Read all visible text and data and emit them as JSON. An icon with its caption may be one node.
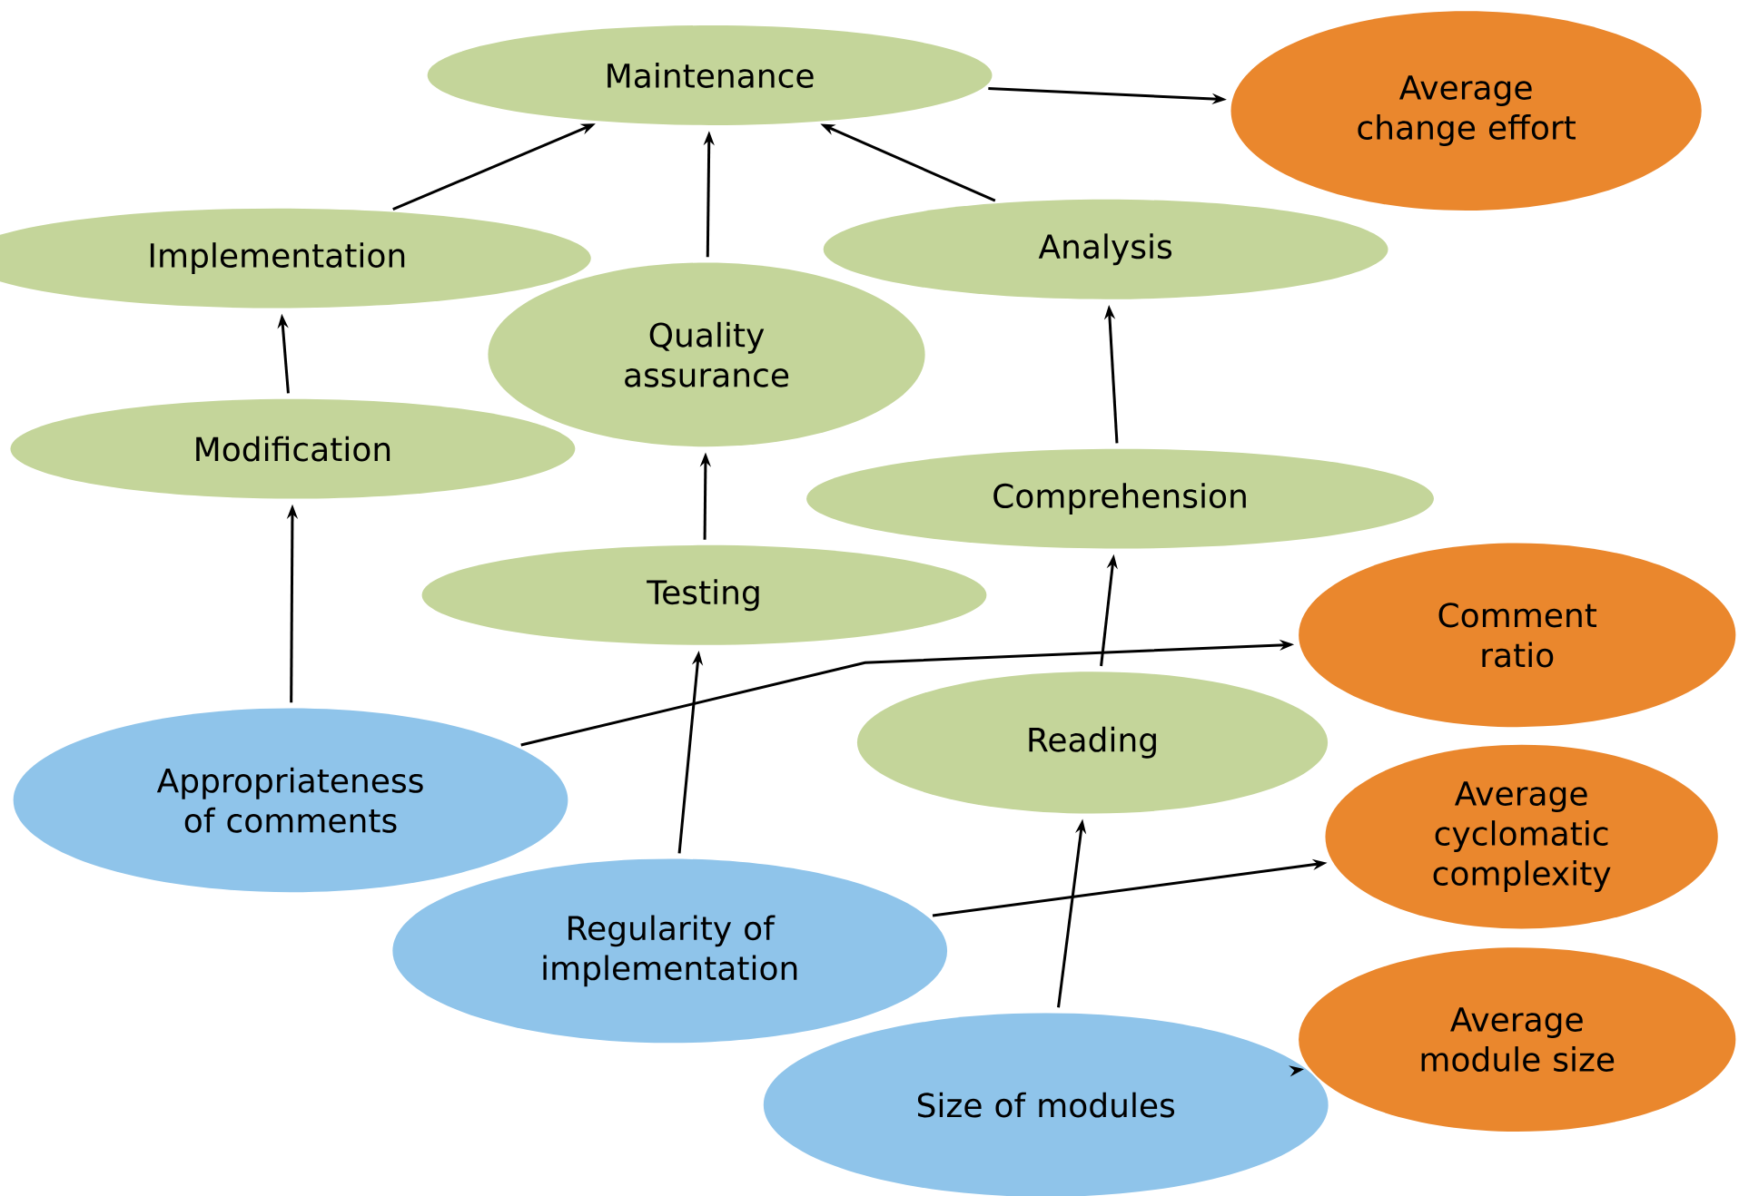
{
  "diagram": {
    "nodes": [
      {
        "text": [
          "Maintenance"
        ]
      },
      {
        "text": [
          "Average change effort"
        ]
      },
      {
        "text": [
          "Implementation"
        ]
      },
      {
        "text": [
          "Analysis"
        ]
      },
      {
        "text": [
          "Quality assurance"
        ]
      },
      {
        "text": [
          "Modification"
        ]
      },
      {
        "text": [
          "Comprehension"
        ]
      },
      {
        "text": [
          "Testing"
        ]
      },
      {
        "text": [
          "Comment ratio"
        ]
      },
      {
        "text": [
          "Reading"
        ]
      },
      {
        "text": [
          "Appropriateness of comments"
        ]
      },
      {
        "text": [
          "Average cyclomatic complexity"
        ]
      },
      {
        "text": [
          "Regularity of implementation"
        ]
      },
      {
        "text": [
          "Average module size"
        ]
      },
      {
        "text": [
          "Size of modules"
        ]
      }
    ],
    "edges": [
      {
        "from": 0,
        "to": 1,
        "arrow": "to"
      },
      {
        "from": 2,
        "to": 0,
        "arrow": "to"
      },
      {
        "from": 4,
        "to": 0,
        "arrow": "to"
      },
      {
        "from": 3,
        "to": 0,
        "arrow": "to"
      },
      {
        "from": 5,
        "to": 2,
        "arrow": "to"
      },
      {
        "from": 6,
        "to": 3,
        "arrow": "to"
      },
      {
        "from": 7,
        "to": 4,
        "arrow": "to"
      },
      {
        "from": 9,
        "to": 6,
        "arrow": "to"
      },
      {
        "from": 10,
        "to": 5,
        "arrow": "to"
      },
      {
        "from": 10,
        "to": 8,
        "arrow": "to"
      },
      {
        "from": 12,
        "to": 7,
        "arrow": "to"
      },
      {
        "from": 12,
        "to": 11,
        "arrow": "to"
      },
      {
        "from": 14,
        "to": 9,
        "arrow": "to"
      },
      {
        "from": 14,
        "to": 13,
        "arrow": "to"
      }
    ]
  }
}
